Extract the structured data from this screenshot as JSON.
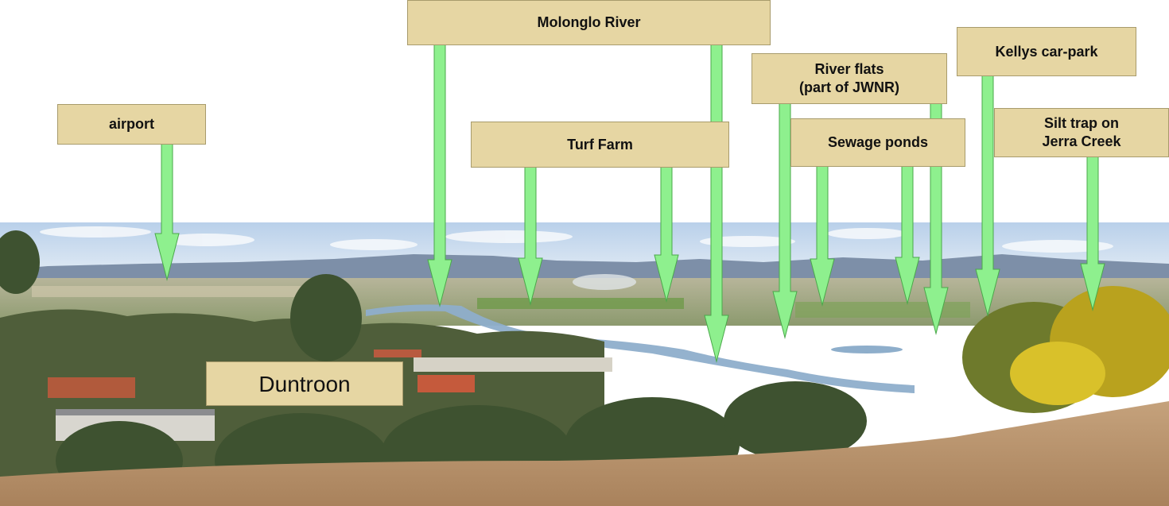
{
  "labels": {
    "airport": "airport",
    "molonglo_river": "Molonglo River",
    "turf_farm": "Turf Farm",
    "river_flats": "River flats\n(part of JWNR)",
    "sewage_ponds": "Sewage ponds",
    "kellys_car_park": "Kellys car-park",
    "silt_trap": "Silt trap on\nJerra Creek",
    "duntroon": "Duntroon"
  },
  "colors": {
    "label_fill": "#e6d6a3",
    "label_border": "#a89b6c",
    "arrow_fill": "#8ef08e",
    "arrow_stroke": "#4aa84a",
    "sky": "#c9dbee",
    "grass": "#b89672"
  }
}
